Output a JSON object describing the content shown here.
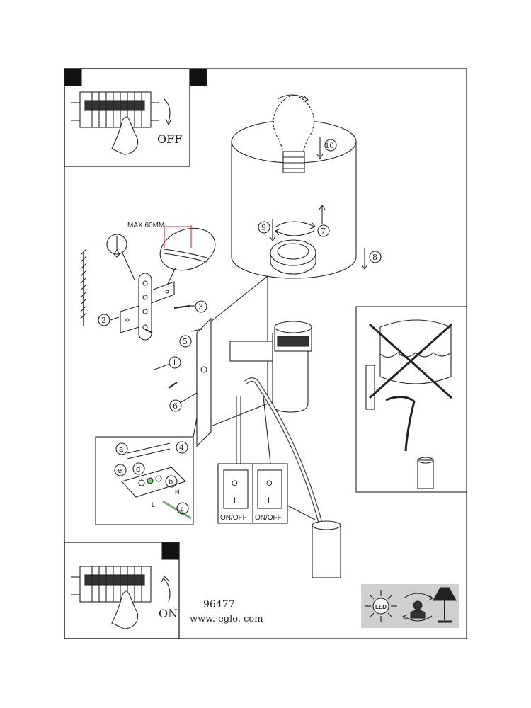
{
  "steps": {
    "off_label": "OFF",
    "on_label": "ON",
    "max_cable": "MAX.60MM",
    "n1": "1",
    "n2": "2",
    "n3": "3",
    "n4": "4",
    "n5": "5",
    "n6": "6",
    "n7": "7",
    "n8": "8",
    "n9": "9",
    "n10": "10"
  },
  "wiring": {
    "a": "a",
    "b": "b",
    "c": "c",
    "d": "d",
    "e": "e",
    "n": "N",
    "l": "L"
  },
  "switches": {
    "left_label": "ON/OFF",
    "right_label": "ON/OFF",
    "on_mark": "O",
    "off_mark": "I"
  },
  "icons": {
    "led_text": "LED"
  },
  "footer": {
    "model": "96477",
    "website": "www. eglo. com"
  },
  "colors": {
    "line": "#222222",
    "dim": "#cc3333",
    "icon_panel": "#cfcfcf"
  }
}
